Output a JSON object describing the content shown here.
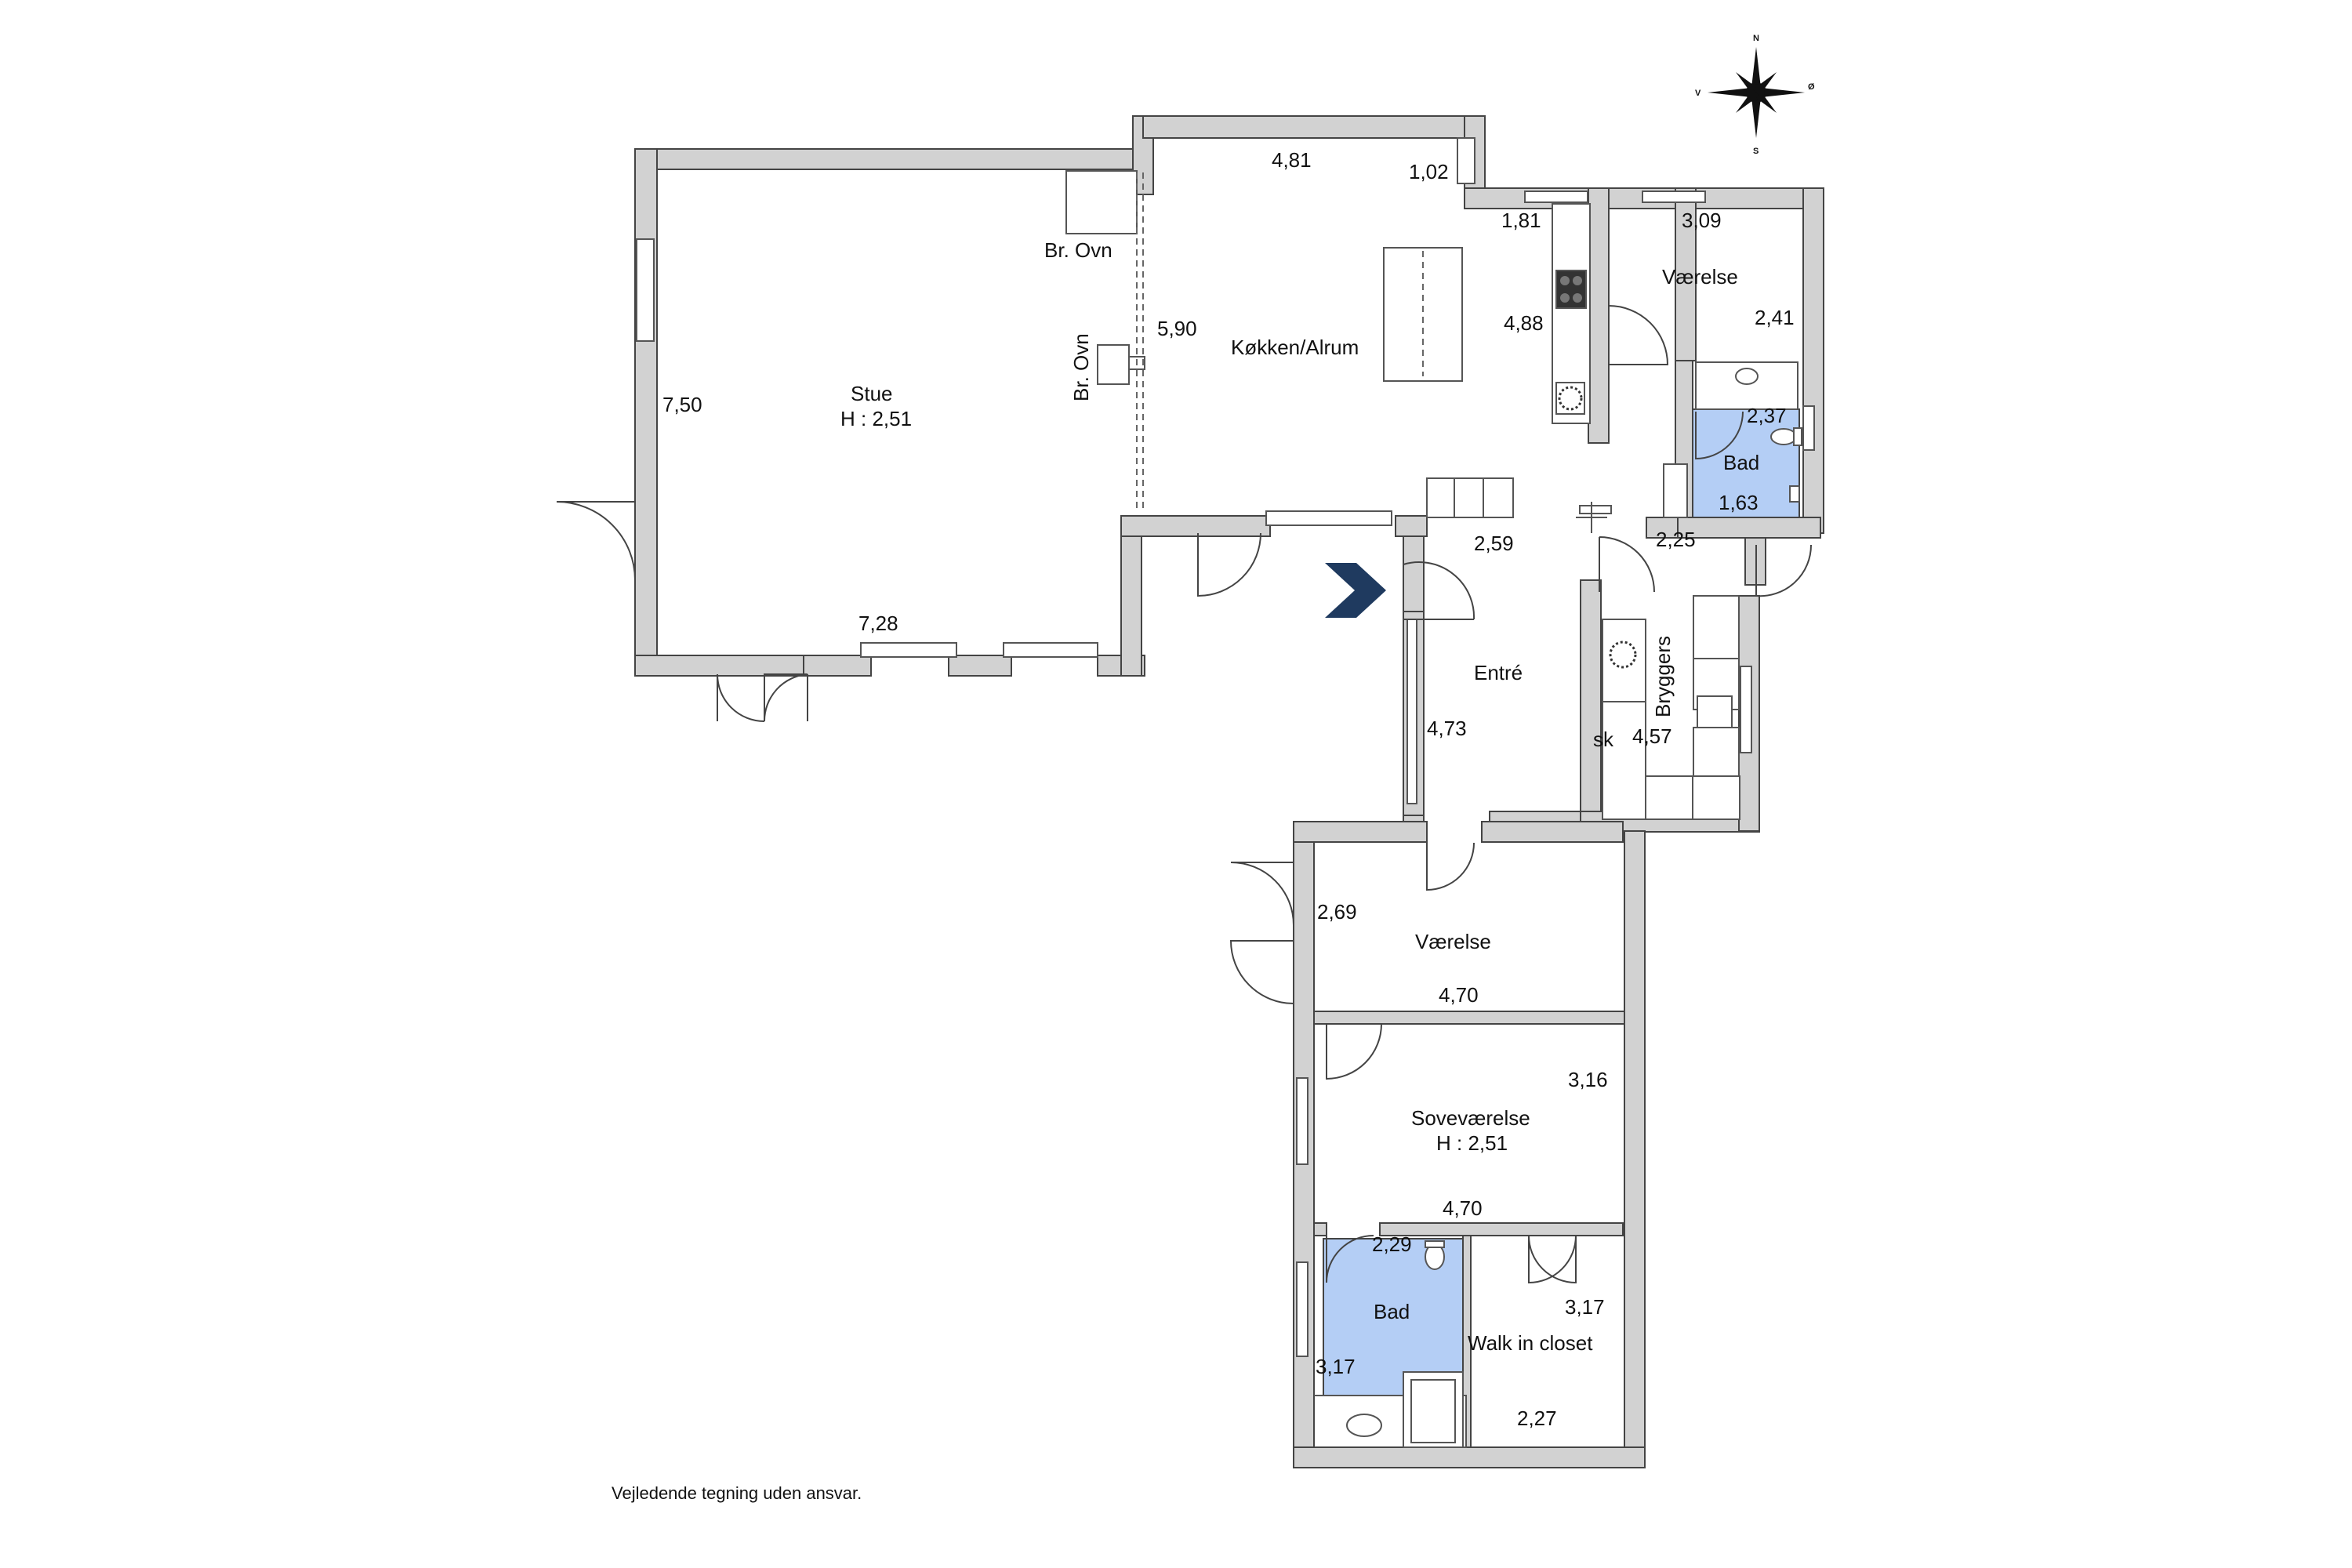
{
  "rooms": {
    "stue": {
      "name": "Stue",
      "height": "H : 2,51"
    },
    "kokken": {
      "name": "Køkken/Alrum"
    },
    "vaerelse1": {
      "name": "Værelse"
    },
    "bad1": {
      "name": "Bad"
    },
    "entre": {
      "name": "Entré"
    },
    "bryggers": {
      "name": "Bryggers",
      "sk": "sk"
    },
    "vaerelse2": {
      "name": "Værelse"
    },
    "sovevaerelse": {
      "name": "Soveværelse",
      "height": "H : 2,51"
    },
    "bad2": {
      "name": "Bad"
    },
    "closet": {
      "name": "Walk in closet"
    }
  },
  "labels": {
    "br_ovn_1": "Br. Ovn",
    "br_ovn_2": "Br. Ovn"
  },
  "dims": {
    "d_481": "4,81",
    "d_102": "1,02",
    "d_181": "1,81",
    "d_309": "3,09",
    "d_241": "2,41",
    "d_488": "4,88",
    "d_590": "5,90",
    "d_750": "7,50",
    "d_728": "7,28",
    "d_237": "2,37",
    "d_163": "1,63",
    "d_259": "2,59",
    "d_225": "2,25",
    "d_473": "4,73",
    "d_457": "4,57",
    "d_269": "2,69",
    "d_470a": "4,70",
    "d_316": "3,16",
    "d_470b": "4,70",
    "d_229": "2,29",
    "d_317a": "3,17",
    "d_317b": "3,17",
    "d_227": "2,27"
  },
  "compass": {
    "n": "N",
    "s": "S",
    "v": "V",
    "o": "Ø"
  },
  "footer": "Vejledende tegning uden ansvar.",
  "colors": {
    "bath": "#b4cef5",
    "arrow": "#1f3a5f",
    "wall": "#d2d2d2"
  }
}
